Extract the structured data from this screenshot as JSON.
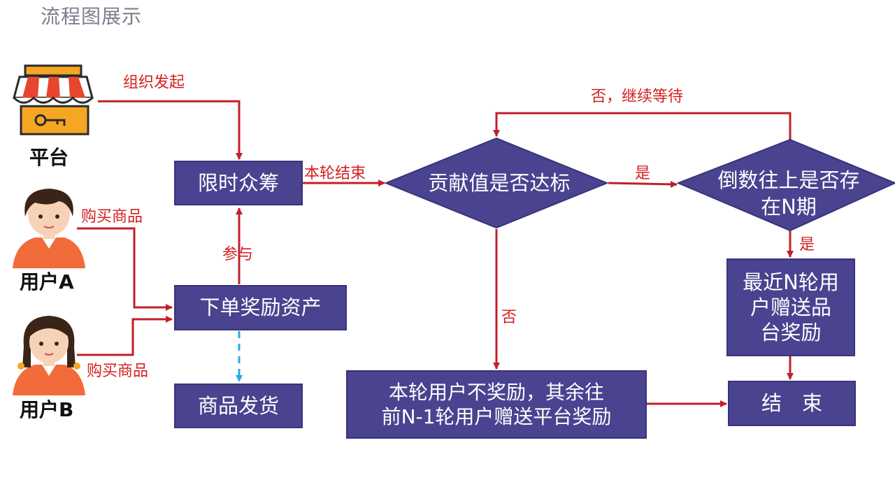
{
  "title": "流程图展示",
  "actors": {
    "platform": "平台",
    "user_a": "用户A",
    "user_b": "用户B"
  },
  "nodes": {
    "crowdfunding": "限时众筹",
    "order_reward": "下单奖励资产",
    "ship_goods": "商品发货",
    "contribution_check": "贡献值是否达标",
    "reverse_check_line1": "倒数往上是否存",
    "reverse_check_line2": "在N期",
    "recent_reward_line1": "最近N轮用",
    "recent_reward_line2": "户赠送品",
    "recent_reward_line3": "台奖励",
    "no_reward_line1": "本轮用户不奖励，其余往",
    "no_reward_line2": "前N-1轮用户赠送平台奖励",
    "end": "结　束"
  },
  "edges": {
    "organize": "组织发起",
    "buy_a": "购买商品",
    "buy_b": "购买商品",
    "participate": "参与",
    "round_end": "本轮结束",
    "yes_1": "是",
    "no_wait": "否，继续等待",
    "yes_2": "是",
    "no_1": "否"
  },
  "colors": {
    "box_fill": "#4a4390",
    "arrow": "#c0202a",
    "label": "#d41f1f",
    "dashed": "#2aa7e8",
    "title": "#7a7f8a"
  }
}
